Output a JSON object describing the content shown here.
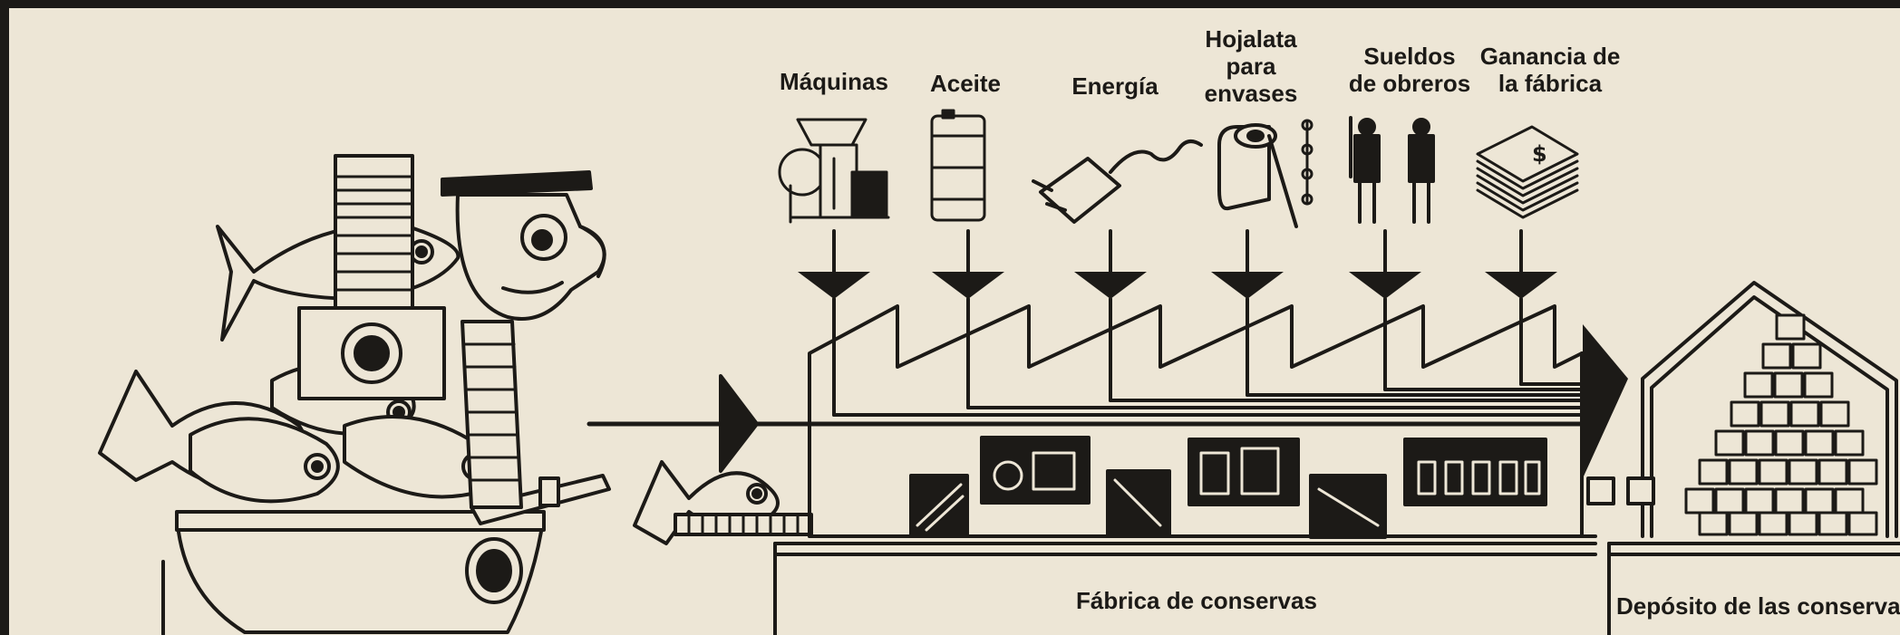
{
  "inputs": [
    {
      "lines": [
        "Máquinas"
      ],
      "icon": "machine-icon"
    },
    {
      "lines": [
        "Aceite"
      ],
      "icon": "oil-drum-icon"
    },
    {
      "lines": [
        "Energía"
      ],
      "icon": "electric-plug-icon"
    },
    {
      "lines": [
        "Hojalata",
        "para",
        "envases"
      ],
      "icon": "tinplate-roll-icon"
    },
    {
      "lines": [
        "Sueldos",
        "de obreros"
      ],
      "icon": "workers-icon"
    },
    {
      "lines": [
        "Ganancia de",
        "la fábrica"
      ],
      "icon": "money-stack-icon"
    }
  ],
  "sections": {
    "factory": "Fábrica de conservas",
    "warehouse": "Depósito de las conservas"
  },
  "colors": {
    "paper": "#ede6d6",
    "ink": "#1c1a17"
  }
}
